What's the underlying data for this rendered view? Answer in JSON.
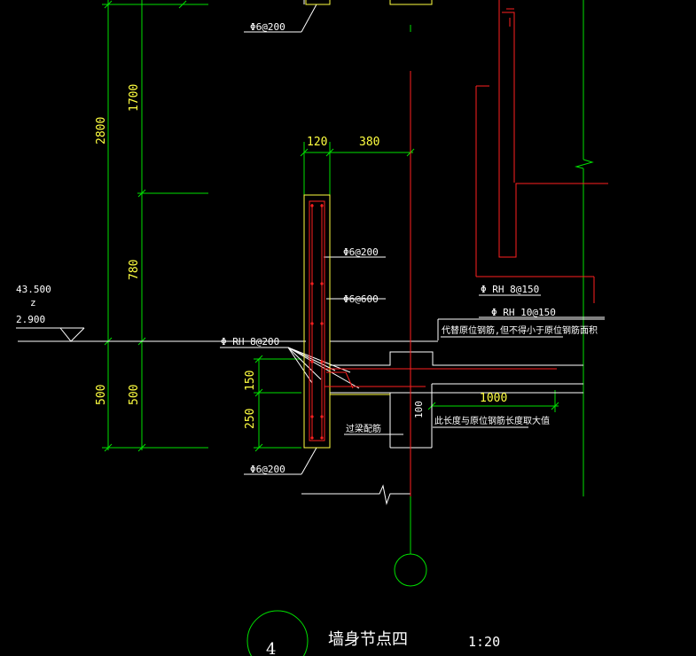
{
  "colors": {
    "background": "#000000",
    "green": "#00e000",
    "red": "#ff2020",
    "yellow": "#ffff40",
    "white": "#ffffff"
  },
  "dimensions": {
    "d2800": "2800",
    "d1700": "1700",
    "d780": "780",
    "d500a": "500",
    "d500b": "500",
    "d120": "120",
    "d380": "380",
    "d150": "150",
    "d250": "250",
    "d1000": "1000",
    "d100": "100"
  },
  "elevation": {
    "top": "43.500",
    "mid": "z",
    "bottom": "2.900"
  },
  "rebar": {
    "top_stirrup": "Φ6@200",
    "stirrup_200": "Φ6@200",
    "stirrup_600": "Φ6@600",
    "rh8_200": "Φ RH 8@200",
    "rh8_150": "Φ RH 8@150",
    "rh10_150": "Φ RH 10@150",
    "bottom_stirrup": "Φ6@200"
  },
  "notes": {
    "replace_rebar": "代替原位钢筋,但不得小于原位钢筋面积",
    "beam_rebar": "过梁配筋",
    "length_note": "此长度与原位钢筋长度取大值"
  },
  "title_block": {
    "number": "4",
    "name": "墙身节点四",
    "scale": "1:20"
  }
}
